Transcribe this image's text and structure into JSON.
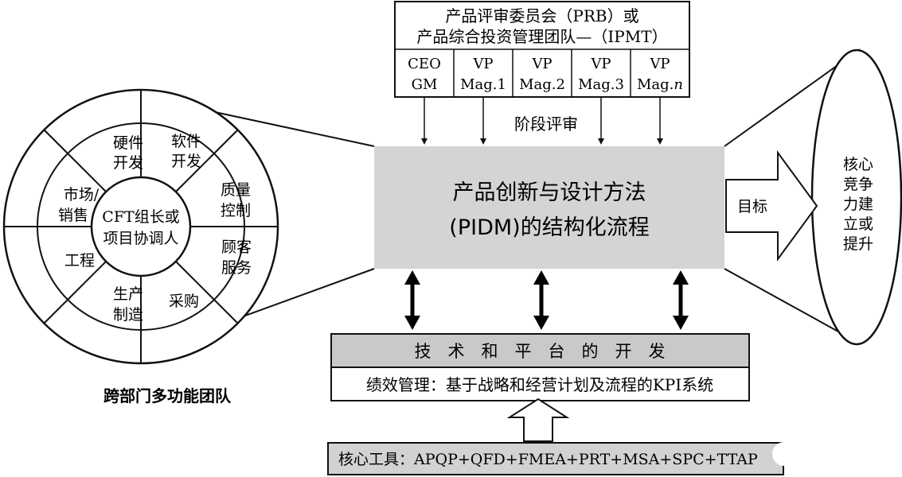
{
  "board": {
    "title_line1": "产品评审委员会（PRB）或",
    "title_line2": "产品综合投资管理团队—（IPMT）",
    "members": [
      {
        "line1": "CEO",
        "line2": "GM"
      },
      {
        "line1": "VP",
        "line2": "Mag.1"
      },
      {
        "line1": "VP",
        "line2": "Mag.2"
      },
      {
        "line1": "VP",
        "line2": "Mag.3"
      },
      {
        "line1": "VP",
        "line2": "Mag.",
        "line2_italic": "n"
      }
    ]
  },
  "phase_review_label": "阶段评审",
  "process": {
    "line1": "产品创新与设计方法",
    "line2": "(PIDM)的结构化流程"
  },
  "goal_label": "目标",
  "core_competence": [
    "核心",
    "竞争",
    "力建",
    "立或",
    "提升"
  ],
  "team": {
    "caption": "跨部门多功能团队",
    "center": [
      "CFT组长或",
      "项目协调人"
    ],
    "segments": [
      {
        "id": "software",
        "lines": [
          "软件",
          "开发"
        ]
      },
      {
        "id": "quality",
        "lines": [
          "质量",
          "控制"
        ]
      },
      {
        "id": "customer-service",
        "lines": [
          "顾客",
          "服务"
        ]
      },
      {
        "id": "procurement",
        "lines": [
          "采购"
        ]
      },
      {
        "id": "production",
        "lines": [
          "生产",
          "制造"
        ]
      },
      {
        "id": "engineering",
        "lines": [
          "工程"
        ]
      },
      {
        "id": "marketing",
        "lines": [
          "市场/",
          "销售"
        ]
      },
      {
        "id": "hardware",
        "lines": [
          "硬件",
          "开发"
        ]
      }
    ]
  },
  "platform_label": "技　术　和　平　台　的　开　发",
  "performance_label": "绩效管理：基于战略和经营计划及流程的KPI系统",
  "core_tools_label": "核心工具：APQP+QFD+FMEA+PRT+MSA+SPC+TTAP",
  "colors": {
    "process_fill": "#d4d4d4",
    "platform_fill": "#c9c9c9",
    "stroke": "#111111"
  }
}
